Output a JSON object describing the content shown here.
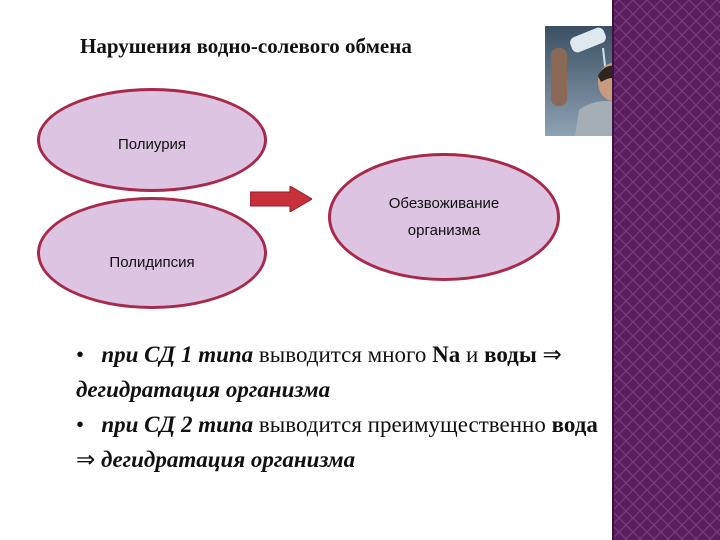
{
  "slide": {
    "title": "Нарушения водно-солевого обмена"
  },
  "diagram": {
    "node_polyuria": "Полиурия",
    "node_polydipsia": "Полидипсия",
    "node_dehydration_line1": "Обезвоживание",
    "node_dehydration_line2": "организма",
    "arrow_color": "#c8303c",
    "ellipse_fill": "#dcc4e2",
    "ellipse_border": "#a8294a"
  },
  "bullets": {
    "b1_marker": "•",
    "b1_italic": "при СД 1 типа",
    "b1_text1": "выводится много",
    "b1_bold_na": "Na",
    "b1_text2": "и",
    "b1_bold_water": "воды",
    "b1_implies": "⇒",
    "b1_italic_result": "дегидратация организма",
    "b2_marker": "•",
    "b2_italic": "при СД 2 типа",
    "b2_text1": "выводится",
    "b2_text2": "преимущественно",
    "b2_bold_water": "вода",
    "b2_implies": "⇒",
    "b2_italic_result": "дегидратация организма"
  },
  "decor": {
    "sidebar_color": "#5a1e5e",
    "photo_icon": "man-drinking-water-photo"
  }
}
